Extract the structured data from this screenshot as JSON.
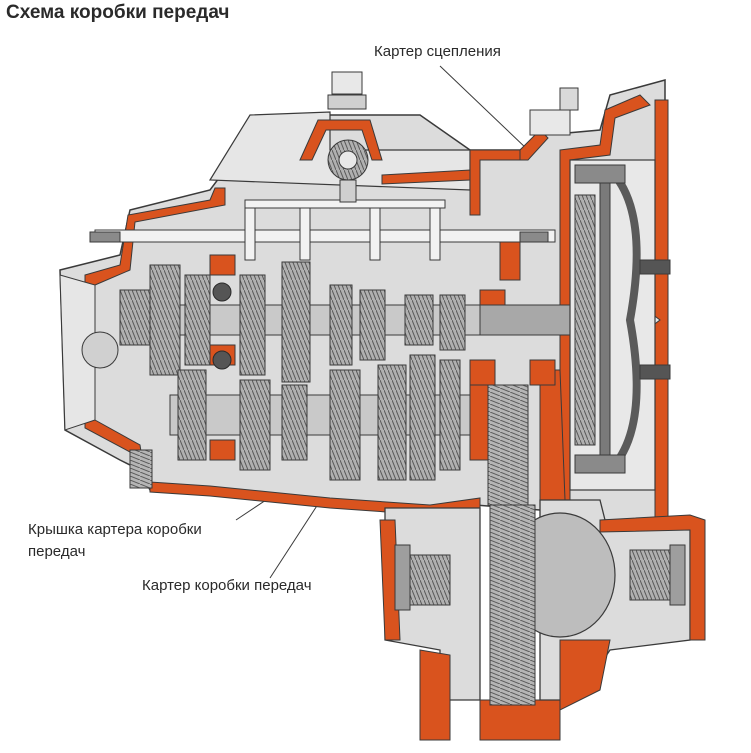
{
  "title": "Схема коробки передач",
  "labels": {
    "clutch_housing": "Картер сцепления",
    "cover_line1": "Крышка картера коробки",
    "cover_line2": "передач",
    "gearbox_housing": "Картер коробки передач"
  },
  "colors": {
    "housing": "#d9531e",
    "steel": "#9e9e9e",
    "steel_dark": "#6f6f6f",
    "light_gray": "#d9d9d9",
    "outline": "#3a3a3a"
  }
}
